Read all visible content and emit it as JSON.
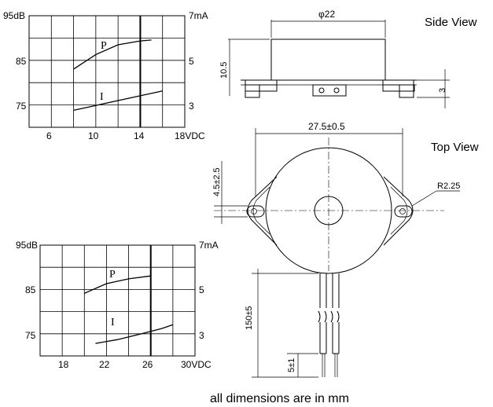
{
  "chart_data": [
    {
      "type": "line",
      "title": "",
      "x_ticks": [
        "6",
        "10",
        "14",
        "18VDC"
      ],
      "x_range": [
        4,
        18
      ],
      "y_left_ticks": [
        "95dB",
        "85",
        "75"
      ],
      "y_left_range": [
        72,
        95
      ],
      "y_right_ticks": [
        "7mA",
        "5",
        "3"
      ],
      "series": [
        {
          "name": "P",
          "x": [
            8,
            10,
            12,
            14,
            15
          ],
          "y": [
            84,
            87,
            89,
            89.8,
            90
          ]
        },
        {
          "name": "I",
          "x": [
            8,
            10,
            12,
            14,
            16
          ],
          "y": [
            75.5,
            76.5,
            77.5,
            78.5,
            79.5
          ]
        }
      ],
      "marker_x": 14
    },
    {
      "type": "line",
      "title": "",
      "x_ticks": [
        "18",
        "22",
        "26",
        "30VDC"
      ],
      "x_range": [
        16,
        30
      ],
      "y_left_ticks": [
        "95dB",
        "85",
        "75"
      ],
      "y_left_range": [
        72,
        95
      ],
      "y_right_ticks": [
        "7mA",
        "5",
        "3"
      ],
      "series": [
        {
          "name": "P",
          "x": [
            20,
            22,
            24,
            26
          ],
          "y": [
            85,
            87,
            88,
            88.6
          ]
        },
        {
          "name": "I",
          "x": [
            21,
            23,
            25,
            27,
            28
          ],
          "y": [
            74.6,
            75.4,
            76.5,
            77.7,
            78.5
          ]
        }
      ],
      "marker_x": 26
    }
  ],
  "diagram": {
    "side_view_label": "Side View",
    "top_view_label": "Top View",
    "dim_diameter": "φ22",
    "dim_height": "10.5",
    "dim_tab": "3",
    "dim_span": "27.5±0.5",
    "dim_offset": "4.5±2.5",
    "dim_radius": "R2.25",
    "dim_lead_length": "150±5",
    "dim_lead_strip": "5±1",
    "footer": "all dimensions are in mm"
  }
}
